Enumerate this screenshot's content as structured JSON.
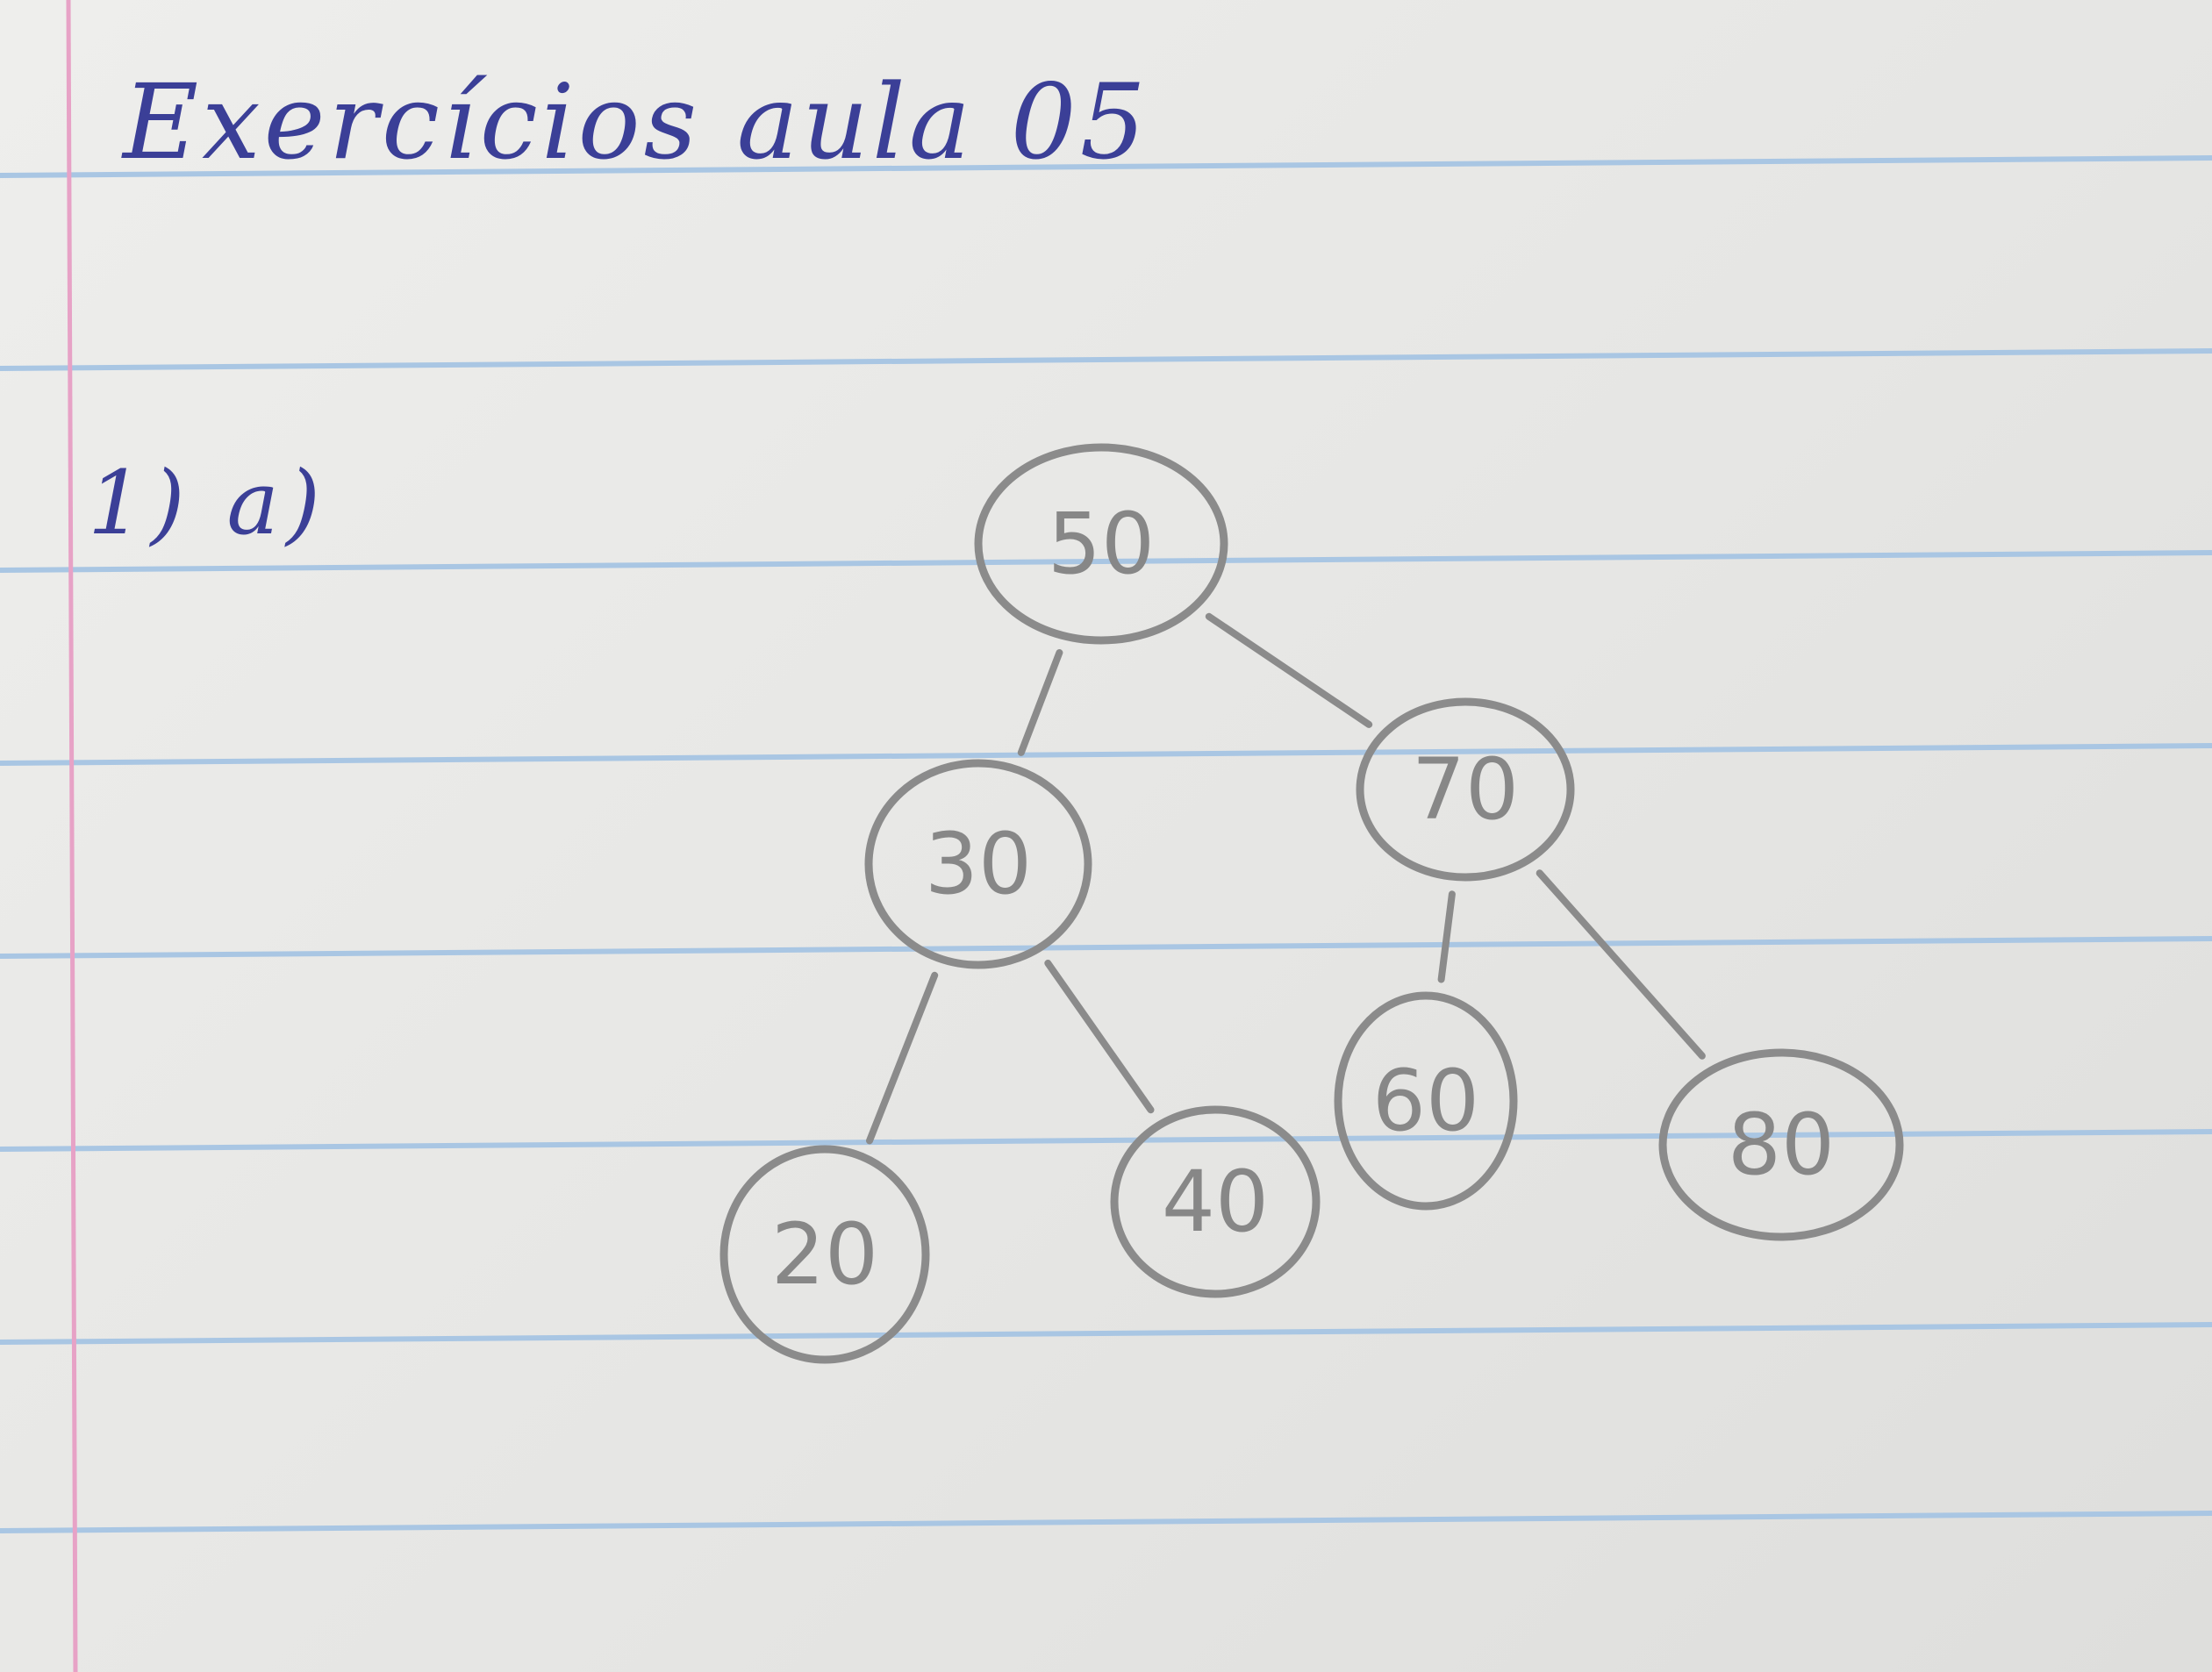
{
  "page": {
    "title": "Exercícios aula 05",
    "exercise_label": "1) a)"
  },
  "tree": {
    "nodes": [
      {
        "id": "n50",
        "label": "50"
      },
      {
        "id": "n30",
        "label": "30"
      },
      {
        "id": "n70",
        "label": "70"
      },
      {
        "id": "n20",
        "label": "20"
      },
      {
        "id": "n40",
        "label": "40"
      },
      {
        "id": "n60",
        "label": "60"
      },
      {
        "id": "n80",
        "label": "80"
      }
    ],
    "edges": [
      [
        "n50",
        "n30"
      ],
      [
        "n50",
        "n70"
      ],
      [
        "n30",
        "n20"
      ],
      [
        "n30",
        "n40"
      ],
      [
        "n70",
        "n60"
      ],
      [
        "n70",
        "n80"
      ]
    ]
  },
  "colors": {
    "ink": "#3b3f97",
    "pencil": "#8b8b8b",
    "ruled_line": "#a9c6e3",
    "margin_line": "#e7a2c6"
  }
}
